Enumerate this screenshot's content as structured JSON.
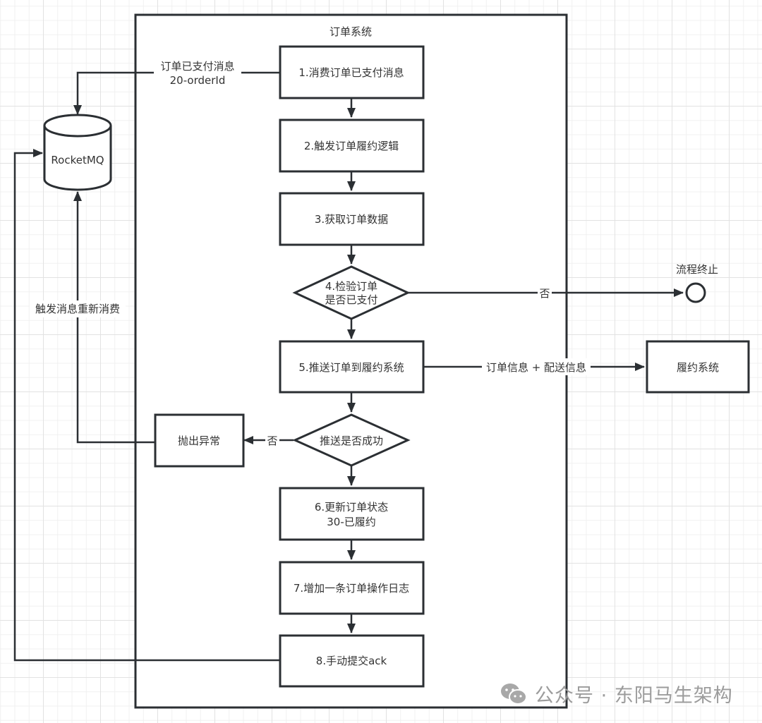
{
  "diagram": {
    "container_title": "订单系统",
    "nodes": {
      "mq": "RocketMQ",
      "step1": "1.消费订单已支付消息",
      "step2": "2.触发订单履约逻辑",
      "step3": "3.获取订单数据",
      "step4_line1": "4.检验订单",
      "step4_line2": "是否已支付",
      "step5": "5.推送订单到履约系统",
      "decision_push": "推送是否成功",
      "step6_line1": "6.更新订单状态",
      "step6_line2": "30-已履约",
      "step7": "7.增加一条订单操作日志",
      "step8": "8.手动提交ack",
      "throw_exception": "抛出异常",
      "fulfillment_system": "履约系统",
      "terminate": "流程终止"
    },
    "edges": {
      "mq_message_line1": "订单已支付消息",
      "mq_message_line2": "20-orderId",
      "check_no": "否",
      "push_payload": "订单信息 + 配送信息",
      "push_no": "否",
      "retry": "触发消息重新消费"
    }
  },
  "watermark": {
    "icon": "wechat-icon",
    "text": "公众号 · 东阳马生架构",
    "color": "#9c9c9c"
  },
  "colors": {
    "stroke": "#2b2f33",
    "text": "#333333",
    "grid": "#e2e2e2"
  }
}
